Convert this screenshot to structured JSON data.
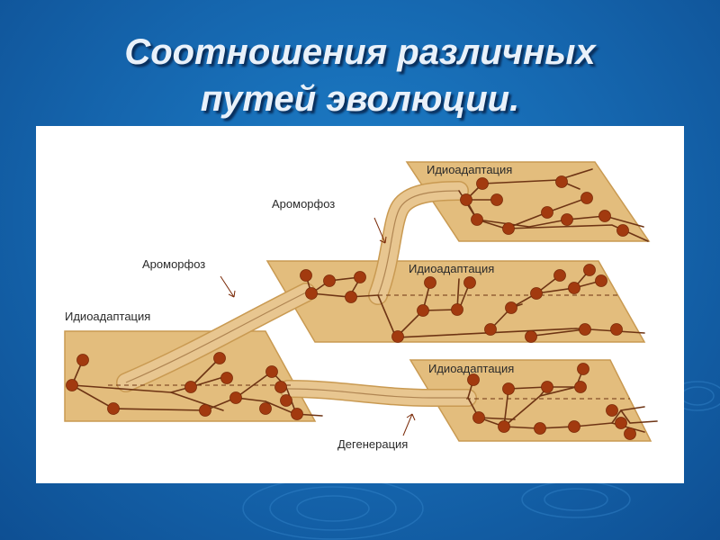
{
  "slide": {
    "title_line1": "Соотношения различных",
    "title_line2": "путей эволюции."
  },
  "diagram": {
    "labels": {
      "idioadaptation_top": "Идиоадаптация",
      "idioadaptation_middle": "Идиоадаптация",
      "idioadaptation_left": "Идиоадаптация",
      "idioadaptation_bottom": "Идиоадаптация",
      "aromorphosis_upper": "Ароморфоз",
      "aromorphosis_lower": "Ароморфоз",
      "degeneration": "Дегенерация"
    },
    "colors": {
      "plane": "#e3bd7d",
      "plane_edge": "#c99a52",
      "branch": "#6e3414",
      "node": "#a23a0f",
      "trunk": "#e8c690",
      "background_top": "#1d7fc9",
      "background_bottom": "#0e4f93"
    }
  }
}
